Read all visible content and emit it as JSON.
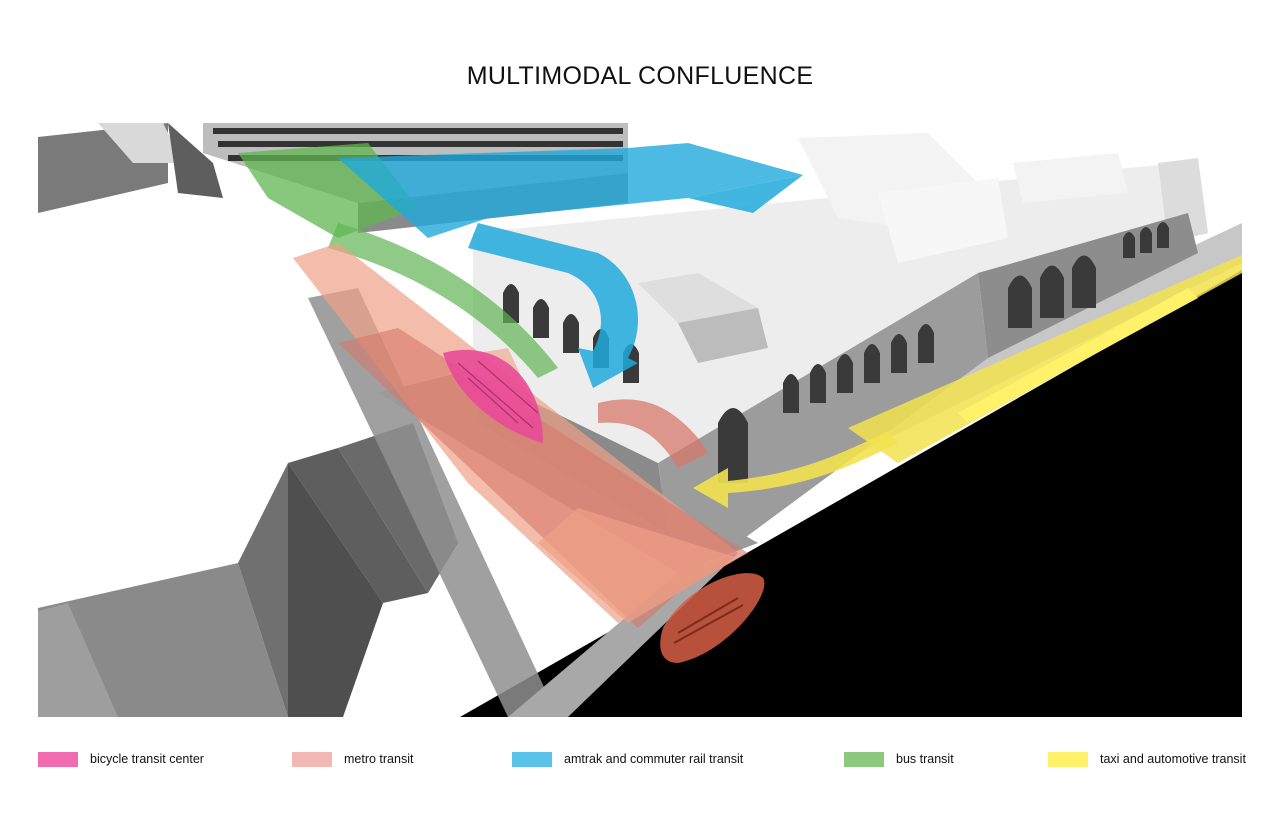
{
  "title": "MULTIMODAL CONFLUENCE",
  "legend": [
    {
      "label": "bicycle transit center",
      "color": "#f06bb0"
    },
    {
      "label": "metro transit",
      "color": "#f3b7b4"
    },
    {
      "label": "amtrak and commuter rail transit",
      "color": "#5bc3ea"
    },
    {
      "label": "bus transit",
      "color": "#8cc97e"
    },
    {
      "label": "taxi and automotive transit",
      "color": "#fff26a"
    }
  ],
  "colors": {
    "bicycle": "#e94a98",
    "metro": "#ef9f86",
    "rail": "#1fa9dc",
    "bus": "#5fb552",
    "taxi": "#f2e24e",
    "building_light": "#ececec",
    "building_mid": "#a8a8a8",
    "building_dark": "#6e6e6e",
    "ground_dark": "#000000"
  }
}
